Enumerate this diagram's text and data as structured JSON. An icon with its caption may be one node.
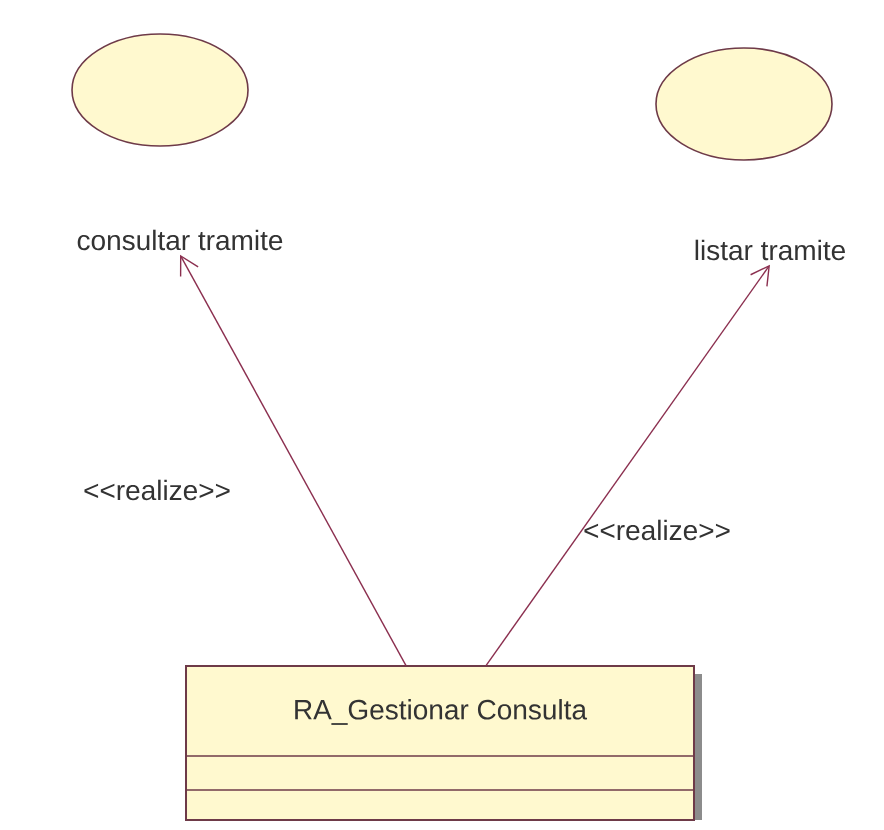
{
  "diagram": {
    "nodes": [
      {
        "text": [
          "consultar tramite"
        ]
      },
      {
        "text": [
          "listar tramite"
        ]
      },
      {
        "text": [
          "RA_Gestionar Consulta"
        ]
      }
    ],
    "edges": [
      {
        "from": 2,
        "to": 0,
        "arrow": "to",
        "label": "<<realize>>"
      },
      {
        "from": 2,
        "to": 1,
        "arrow": "to",
        "label": "<<realize>>"
      }
    ]
  }
}
